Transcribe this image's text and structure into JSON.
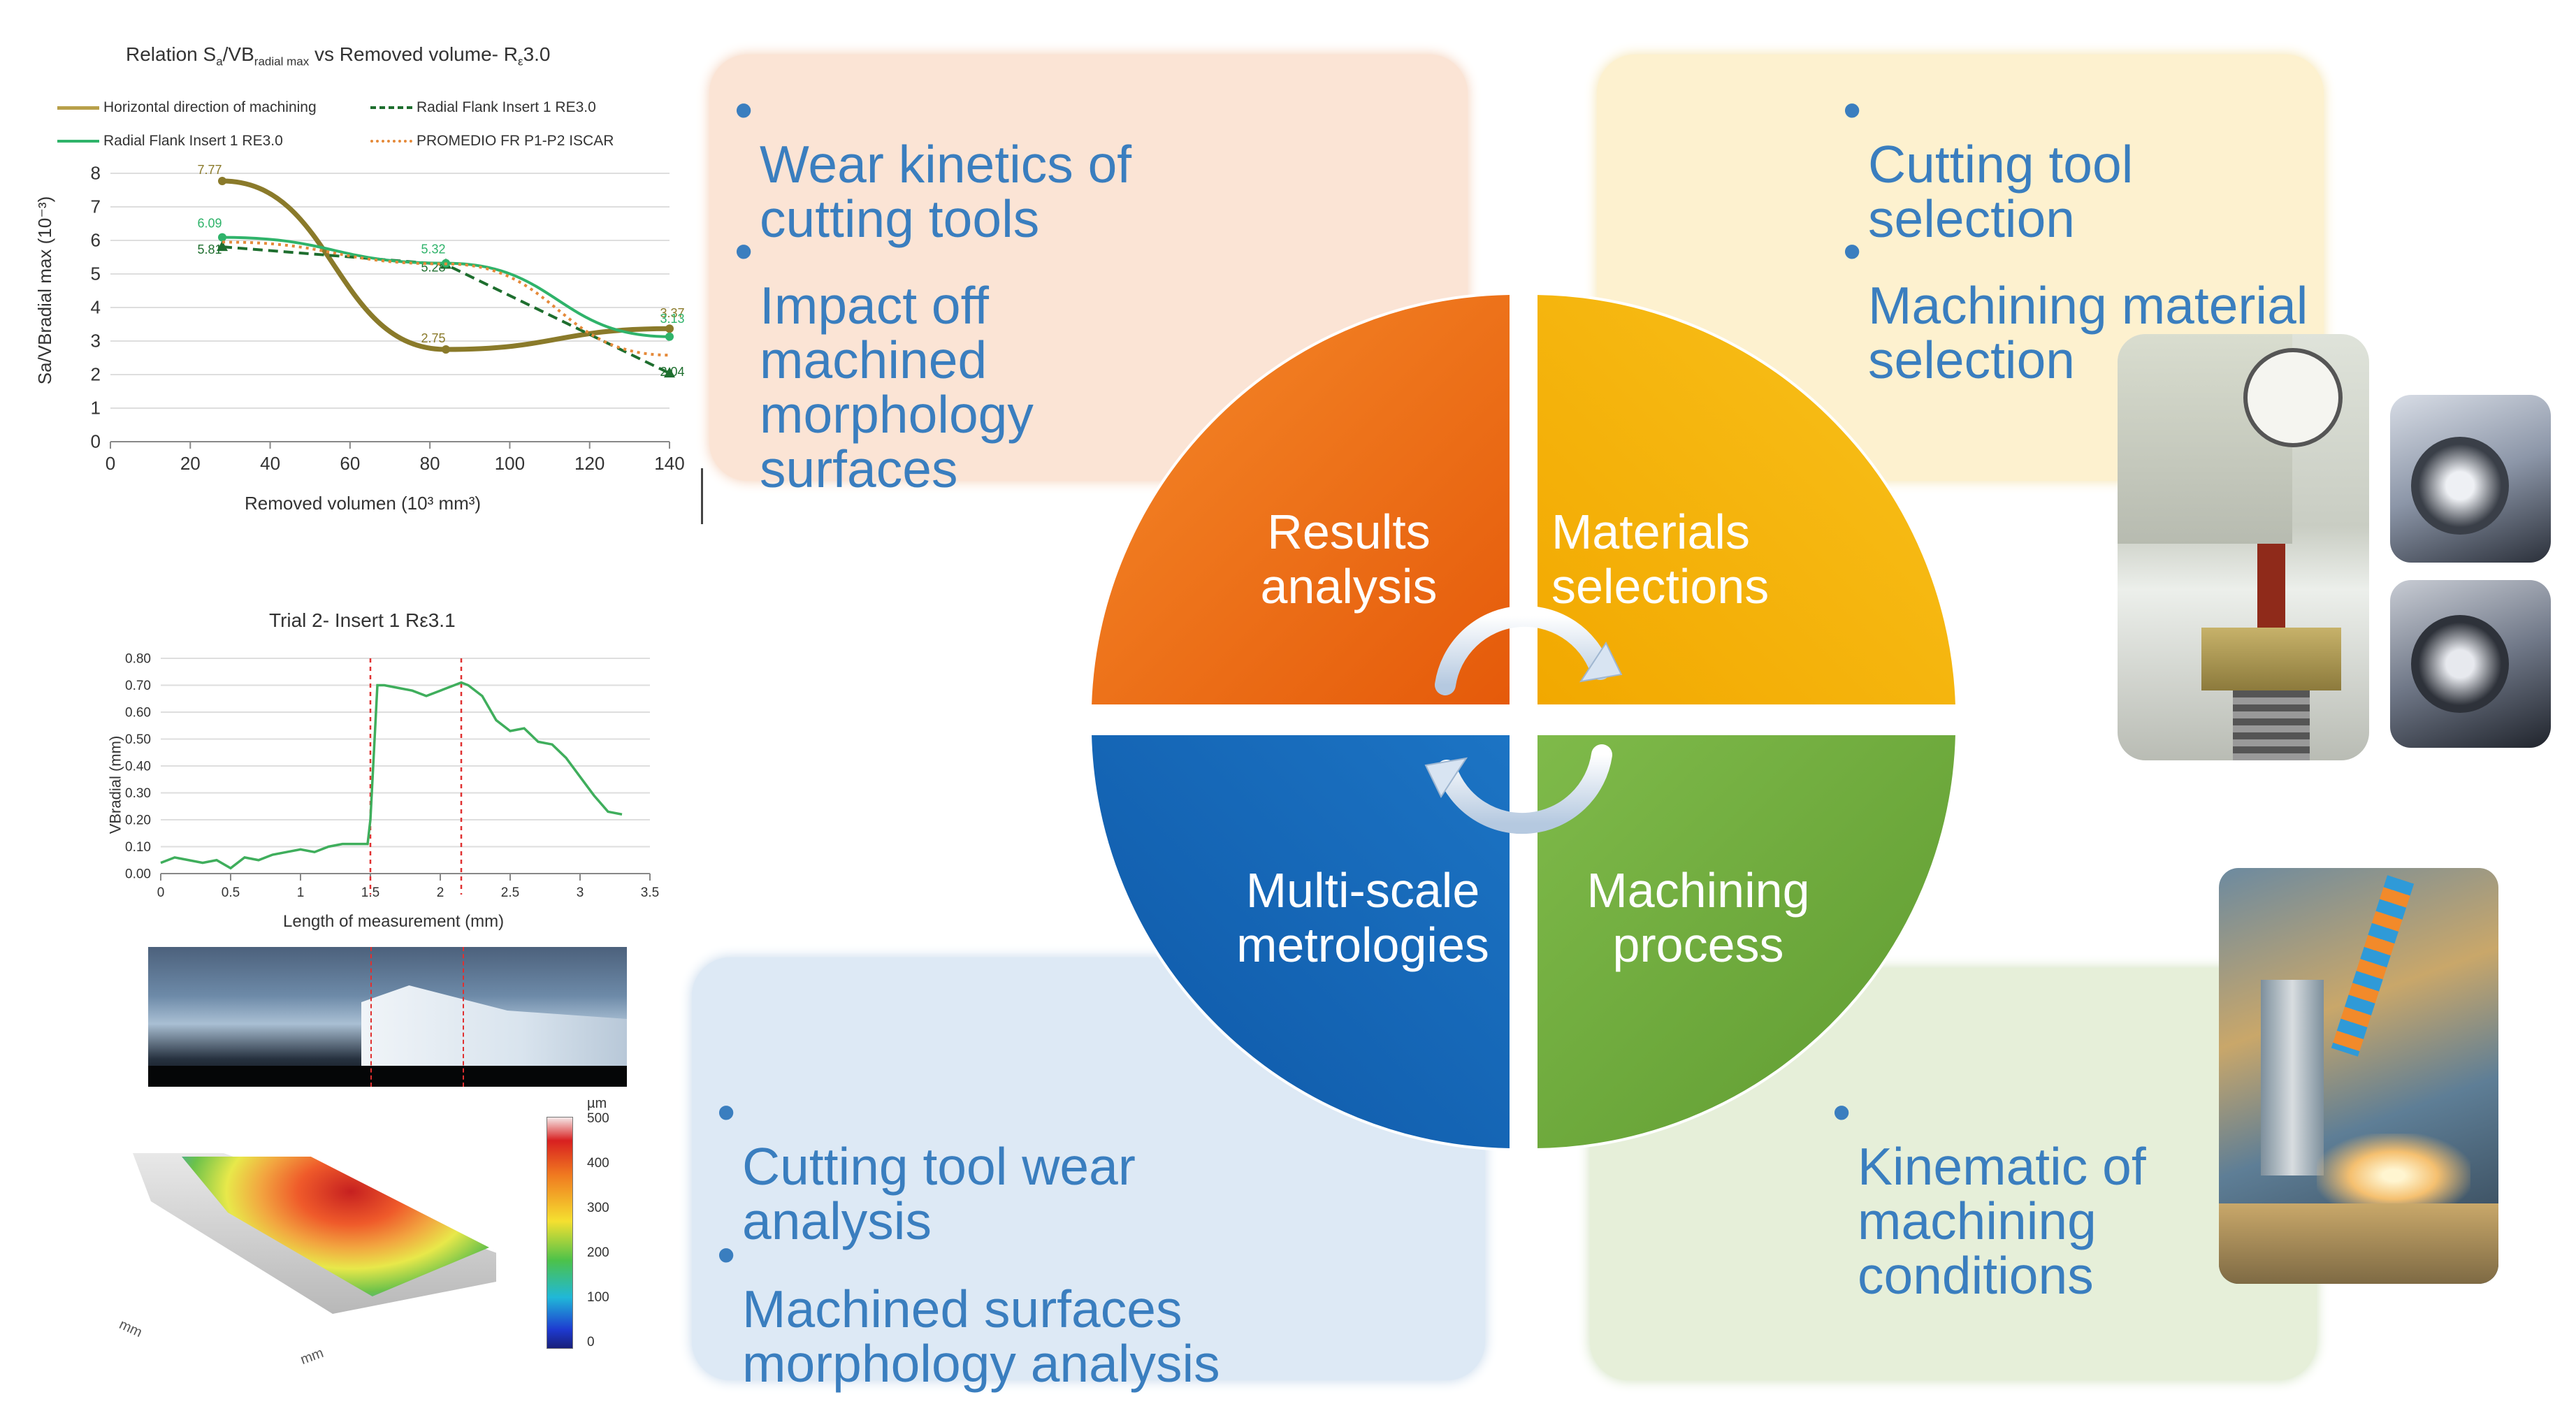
{
  "quadrants": {
    "top_left": "Results\nanalysis",
    "top_right": "Materials\nselections",
    "bottom_left": "Multi-scale\nmetrologies",
    "bottom_right": "Machining\nprocess"
  },
  "panels": {
    "wear": {
      "b1": "Wear kinetics  of\ncutting tools",
      "b2": "Impact off\nmachined\nmorphology\nsurfaces"
    },
    "selection": {
      "b1": "Cutting tool\nselection",
      "b2": "Machining material\nselection"
    },
    "metrology": {
      "b1": " Cutting tool wear\nanalysis",
      "b2": "Machined surfaces\nmorphology analysis"
    },
    "kinematic": {
      "b1": "Kinematic of\nmachining\nconditions"
    }
  },
  "bullet_char": "•",
  "colors": {
    "orange": "#f06a0f",
    "yellow": "#f5b400",
    "blue": "#1565b5",
    "green": "#6ca93c",
    "panel_peach": "#fbe4d5",
    "panel_cream": "#fdf1cf",
    "panel_lightblue": "#dde9f5",
    "panel_lightgreen": "#e6efd9",
    "bullet_text": "#3a7ebf"
  },
  "chart1": {
    "title_pre": "Relation S",
    "title_sub1": "a",
    "title_mid": "/VB",
    "title_sub2": "radial max",
    "title_post": "  vs   Removed volume- R",
    "title_sub3": "ε",
    "title_end": "3.0",
    "ylabel": "Sa/VBradial max (10⁻³)",
    "xlabel": "Removed volumen (10³ mm³)",
    "legend": [
      "Horizontal direction of machining",
      "Radial Flank Insert 1 RE3.0",
      "Radial Flank Insert 1 RE3.0",
      "PROMEDIO FR P1-P2 ISCAR"
    ]
  },
  "chart2": {
    "title": "Trial 2- Insert 1 Rε3.1",
    "ylabel": "VBradial (mm)",
    "xlabel": "Length of measurement (mm)"
  },
  "chart3": {
    "unit": "µm",
    "ticks": [
      "500",
      "400",
      "300",
      "200",
      "100",
      "0"
    ]
  },
  "chart_data": [
    {
      "type": "line",
      "title": "Relation Sa/VBradial max vs Removed volume- Rε3.0",
      "xlabel": "Removed volumen (10³ mm³)",
      "ylabel": "Sa/VBradial max (10⁻³)",
      "xlim": [
        0,
        140
      ],
      "ylim": [
        0,
        8
      ],
      "xticks": [
        "0",
        "20",
        "40",
        "60",
        "80",
        "100",
        "120",
        "140"
      ],
      "yticks": [
        "0",
        "1",
        "2",
        "3",
        "4",
        "5",
        "6",
        "7",
        "8"
      ],
      "grid": true,
      "legend_position": "top",
      "series": [
        {
          "name": "Horizontal direction of machining",
          "color": "#8a7a2a",
          "x": [
            28,
            84,
            140
          ],
          "y": [
            7.77,
            2.75,
            3.37
          ],
          "labels": [
            "7.77",
            "2.75",
            "3.37"
          ]
        },
        {
          "name": "Radial Flank Insert 1 RE3.0",
          "color": "#1e6e2e",
          "x": [
            28,
            84,
            140
          ],
          "y": [
            5.81,
            5.28,
            2.04
          ],
          "labels": [
            "5.81",
            "5.28",
            "2.04"
          ]
        },
        {
          "name": "Radial Flank Insert 1 RE3.0",
          "color": "#2fb36a",
          "x": [
            28,
            84,
            140
          ],
          "y": [
            6.09,
            5.32,
            3.13
          ],
          "labels": [
            "6.09",
            "5.32",
            "3.13"
          ]
        },
        {
          "name": "PROMEDIO FR P1-P2 ISCAR",
          "color": "#e58a3a",
          "x": [
            28,
            84,
            140
          ],
          "y": [
            5.95,
            5.3,
            2.58
          ],
          "labels": []
        }
      ]
    },
    {
      "type": "line",
      "title": "Trial 2- Insert 1 Rε3.1",
      "xlabel": "Length of measurement (mm)",
      "ylabel": "VBradial (mm)",
      "xlim": [
        0,
        3.5
      ],
      "ylim": [
        0,
        0.8
      ],
      "xticks": [
        "0",
        "0.5",
        "1",
        "1.5",
        "2",
        "2.5",
        "3",
        "3.5"
      ],
      "yticks": [
        "0.00",
        "0.10",
        "0.20",
        "0.30",
        "0.40",
        "0.50",
        "0.60",
        "0.70",
        "0.80"
      ],
      "grid": true,
      "series": [
        {
          "color": "#3fae5c",
          "x": [
            0,
            0.1,
            0.2,
            0.3,
            0.4,
            0.5,
            0.6,
            0.7,
            0.8,
            0.9,
            1.0,
            1.1,
            1.2,
            1.3,
            1.4,
            1.48,
            1.5,
            1.55,
            1.6,
            1.7,
            1.8,
            1.9,
            2.0,
            2.1,
            2.15,
            2.2,
            2.3,
            2.4,
            2.5,
            2.6,
            2.7,
            2.8,
            2.9,
            3.0,
            3.1,
            3.2,
            3.3
          ],
          "y": [
            0.04,
            0.06,
            0.05,
            0.04,
            0.05,
            0.02,
            0.06,
            0.05,
            0.07,
            0.08,
            0.09,
            0.08,
            0.1,
            0.11,
            0.11,
            0.11,
            0.2,
            0.7,
            0.7,
            0.69,
            0.68,
            0.66,
            0.68,
            0.7,
            0.71,
            0.7,
            0.66,
            0.57,
            0.53,
            0.54,
            0.49,
            0.48,
            0.43,
            0.36,
            0.29,
            0.23,
            0.22
          ]
        }
      ],
      "reference_lines_x": [
        1.5,
        2.15
      ]
    }
  ]
}
